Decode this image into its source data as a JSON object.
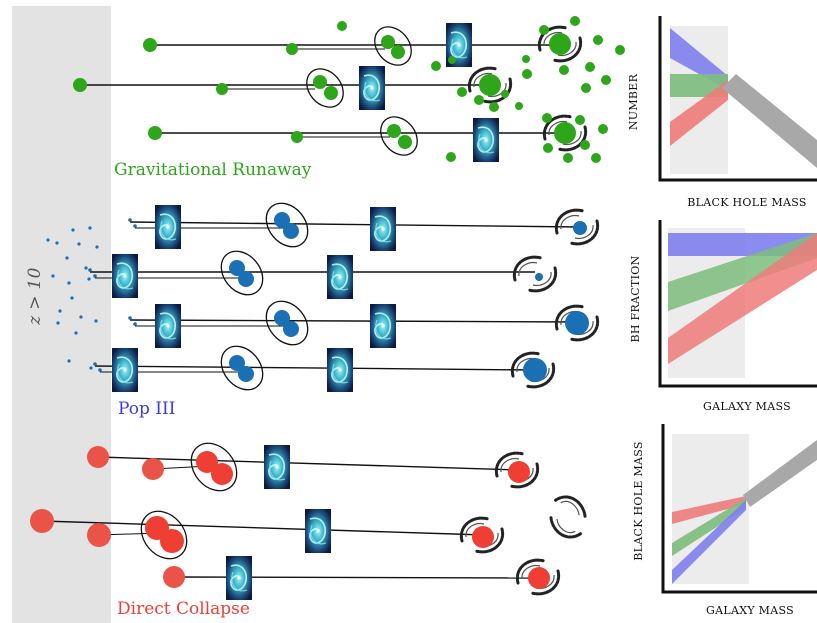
{
  "redshift_label": "z > 10",
  "channels": [
    {
      "key": "gravitational",
      "label": "Gravitational Runaway",
      "color": "#2da61a"
    },
    {
      "key": "popiii",
      "label": "Pop III",
      "color": "#1a6fb5"
    },
    {
      "key": "direct",
      "label": "Direct Collapse",
      "color": "#ef3e33"
    }
  ],
  "panels": [
    {
      "ylabel": "NUMBER",
      "xlabel": "BLACK HOLE MASS"
    },
    {
      "ylabel": "BH FRACTION",
      "xlabel": "GALAXY MASS"
    },
    {
      "ylabel": "BLACK HOLE MASS",
      "xlabel": "GALAXY MASS"
    }
  ],
  "band_colors": {
    "blue": "#8080ee",
    "green": "#7dbd7d",
    "red": "#ee7b7b",
    "grey": "#a8a8a8",
    "shade": "#ececec",
    "strip": "#e3e3e3"
  }
}
